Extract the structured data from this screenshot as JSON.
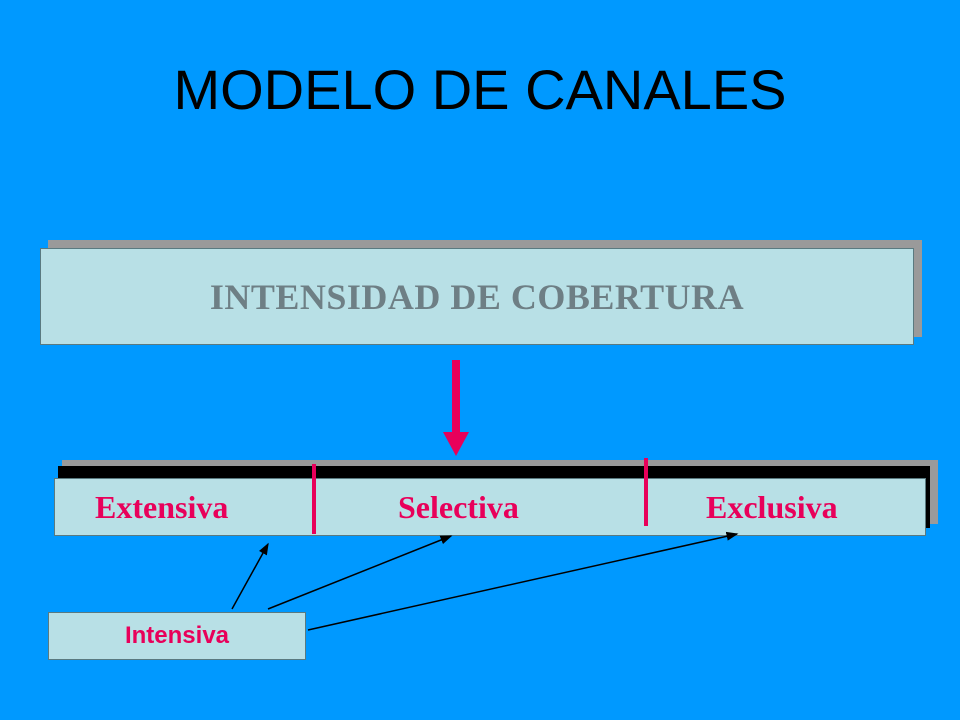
{
  "title": "MODELO DE CANALES",
  "coverage": {
    "label": "INTENSIDAD DE COBERTURA"
  },
  "levels": [
    {
      "label": "Extensiva"
    },
    {
      "label": "Selectiva"
    },
    {
      "label": "Exclusiva"
    }
  ],
  "source": {
    "label": "Intensiva"
  },
  "colors": {
    "background": "#0099ff",
    "box_fill": "#b8e0e6",
    "accent": "#e8005a",
    "coverage_text": "#6e7f85"
  }
}
